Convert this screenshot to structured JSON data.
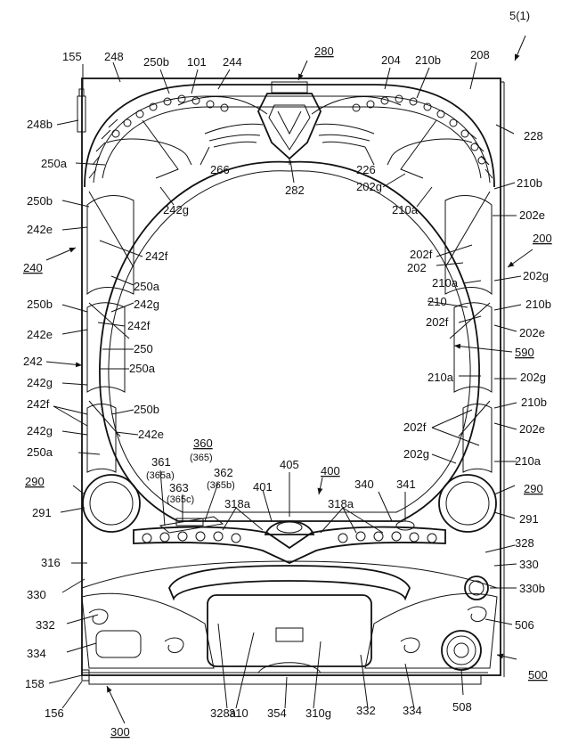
{
  "figure": {
    "id": "5(1)",
    "labels": {
      "l155": "155",
      "l248": "248",
      "l250b_top": "250b",
      "l101": "101",
      "l244": "244",
      "l280": "280",
      "l204": "204",
      "l210b_top": "210b",
      "l208": "208",
      "l248b": "248b",
      "l228": "228",
      "l250a_1": "250a",
      "l266": "266",
      "l226": "226",
      "l282": "282",
      "l202g_1": "202g",
      "l210a_1": "210a",
      "l210b_1": "210b",
      "l250b_1": "250b",
      "l242g_1": "242g",
      "l242e_1": "242e",
      "l202e_1": "202e",
      "l200": "200",
      "l240": "240",
      "l242f_1": "242f",
      "l202f_1": "202f",
      "l202_1": "202",
      "l202g_2": "202g",
      "l250a_2": "250a",
      "l210a_2": "210a",
      "l242g_2": "242g",
      "l210_1": "210",
      "l210b_2": "210b",
      "l250b_2": "250b",
      "l242f_2": "242f",
      "l202f_2": "202f",
      "l242e_2": "242e",
      "l202e_2": "202e",
      "l250": "250",
      "l590": "590",
      "l242": "242",
      "l250a_3": "250a",
      "l210a_3": "210a",
      "l202g_3": "202g",
      "l242g_3": "242g",
      "l210b_3": "210b",
      "l242f_3": "242f",
      "l250b_3": "250b",
      "l202f_3": "202f",
      "l202e_3": "202e",
      "l242g_4": "242g",
      "l242e_3": "242e",
      "l250a_4": "250a",
      "l360": "360",
      "l365p": "(365)",
      "l202g_4": "202g",
      "l210a_4": "210a",
      "l361": "361",
      "l365a": "(365a)",
      "l362": "362",
      "l365b": "(365b)",
      "l405": "405",
      "l400": "400",
      "l290_l": "290",
      "l363": "363",
      "l365c": "(365c)",
      "l401": "401",
      "l340": "340",
      "l341": "341",
      "l290_r": "290",
      "l291_l": "291",
      "l318a_1": "318a",
      "l318a_2": "318a",
      "l291_r": "291",
      "l328": "328",
      "l316": "316",
      "l330_r": "330",
      "l330b": "330b",
      "l330_l": "330",
      "l332_l": "332",
      "l506": "506",
      "l334_l": "334",
      "l500": "500",
      "l158": "158",
      "l156": "156",
      "l328a": "328a",
      "l310": "310",
      "l354": "354",
      "l310g": "310g",
      "l332_b": "332",
      "l334_b": "334",
      "l508": "508",
      "l300": "300"
    }
  }
}
